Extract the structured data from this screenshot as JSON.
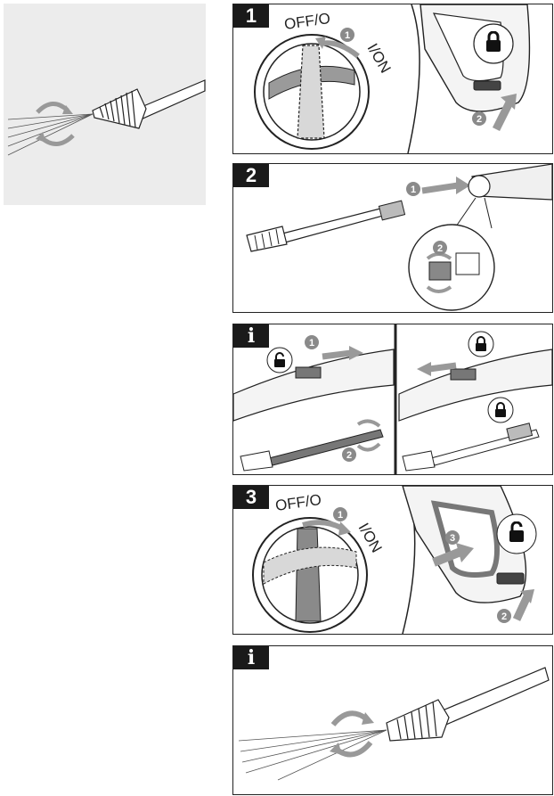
{
  "steps": {
    "step1": {
      "badge": "1",
      "dial_off": "OFF/O",
      "dial_on": "I/ON",
      "callouts": [
        "1",
        "2"
      ],
      "lock_icon": "lock-closed"
    },
    "step2": {
      "badge": "2",
      "callouts": [
        "1",
        "2"
      ]
    },
    "info1": {
      "badge": "i",
      "callouts": [
        "1",
        "2"
      ],
      "lock_left": "lock-open",
      "lock_right": "lock-closed"
    },
    "step3": {
      "badge": "3",
      "dial_off": "OFF/O",
      "dial_on": "I/ON",
      "callouts": [
        "1",
        "2",
        "3"
      ],
      "lock_icon": "lock-open"
    },
    "info2": {
      "badge": "i"
    }
  },
  "colors": {
    "callout": "#8a8a8a",
    "arrow": "#9a9a9a",
    "line": "#222222",
    "panel_bg": "#ececec"
  }
}
